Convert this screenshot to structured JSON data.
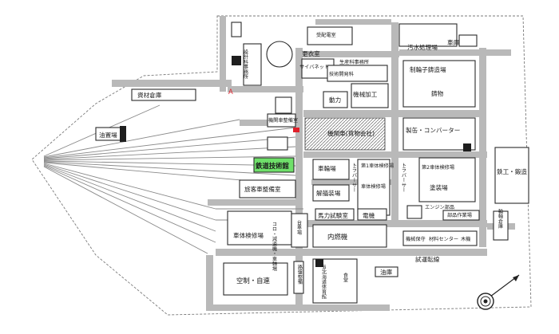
{
  "labels": {
    "substation": "受配電室",
    "design": "設計科事務所",
    "locker": "更衣室",
    "cyber": "サイバネット",
    "production_office": "生産科事務所",
    "tech_dev": "技術開発科",
    "wastewater": "汚水処理場",
    "garage_top": "車庫",
    "material_store": "資材倉庫",
    "oil_store": "油置場",
    "power": "動力",
    "machining": "機械加工",
    "wheel_casting": "制輪子鋳造場",
    "casting": "鋳物",
    "loco_shed": "機関車整備室",
    "loco_freight": "機関車(貨物会社)",
    "fabrication_converter": "製缶・コンバーター",
    "rail_tech_hall": "鉄道技術館",
    "wheel_shop": "車輪場",
    "traverser1": "トラバーサー",
    "car_shop1": "第1車体検修場",
    "body_shop": "車体検修場",
    "traverser2": "トラバーサー",
    "car_shop2": "第2車体検修場",
    "paint_shop": "塗装場",
    "iron_forging": "鉄工・鍛造",
    "passenger_car": "旅客車整備室",
    "disassembly": "解艤装場",
    "engine_room": "エンジン部品",
    "parts_shop": "部品作業場",
    "axle_store": "輪軸倉庫",
    "motor_test": "馬力試験室",
    "electric": "電機",
    "roller_bearing": "コロ・減速機・車軸場",
    "bogie_shop": "車体検修場",
    "bogie_field": "台車場",
    "diesel": "内燃機",
    "machine_guard": "機械保守",
    "material_center": "材料センター",
    "woodwork": "木機",
    "test_run": "試運転線",
    "oil_store2": "油庫",
    "control": "空制・自連",
    "roadbed": "路盤整備",
    "jr_gym": "JR北海道体育館",
    "cafeteria": "食堂",
    "marker_a": "A"
  },
  "colors": {
    "road": "#b9b9b9",
    "highlight": "#6fe06a",
    "building_outline": "#2a2a2a",
    "marker_red": "#e0202a"
  },
  "icons": [
    "north-arrow-icon",
    "compass-rose-icon"
  ]
}
